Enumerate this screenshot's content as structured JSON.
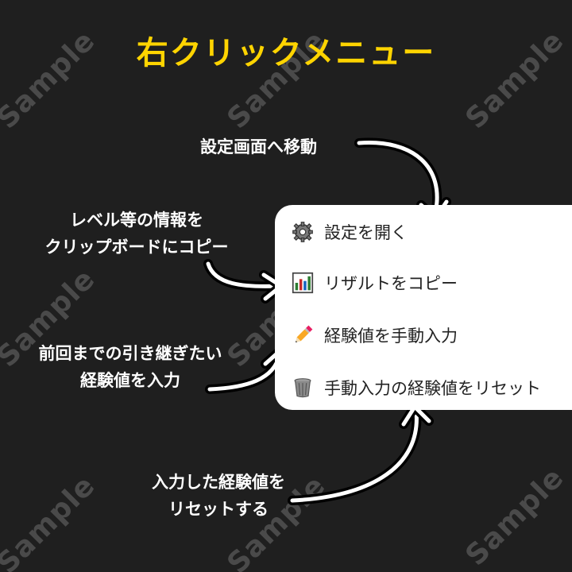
{
  "title": "右クリックメニュー",
  "watermark": "Sample",
  "menu": {
    "items": [
      {
        "label": "設定を開く",
        "icon": "gear-icon"
      },
      {
        "label": "リザルトをコピー",
        "icon": "chart-icon"
      },
      {
        "label": "経験値を手動入力",
        "icon": "pencil-icon"
      },
      {
        "label": "手動入力の経験値をリセット",
        "icon": "trash-icon"
      }
    ]
  },
  "annotations": {
    "settings": "設定画面へ移動",
    "copy_line1": "レベル等の情報を",
    "copy_line2": "クリップボードにコピー",
    "input_line1": "前回までの引き継ぎたい",
    "input_line2": "経験値を入力",
    "reset_line1": "入力した経験値を",
    "reset_line2": "リセットする"
  },
  "colors": {
    "background": "#1f1f1f",
    "title": "#ffd400",
    "menu_background": "#ffffff"
  }
}
